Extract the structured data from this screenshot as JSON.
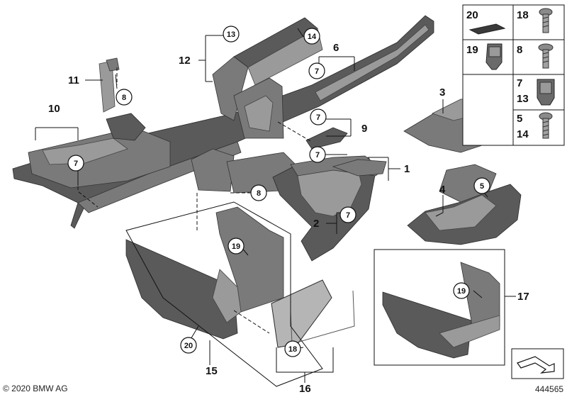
{
  "labels": {
    "l1": "1",
    "l2": "2",
    "l3": "3",
    "l4": "4",
    "l6": "6",
    "l9": "9",
    "l10": "10",
    "l11": "11",
    "l12": "12",
    "l15": "15",
    "l16": "16",
    "l17": "17"
  },
  "callouts": {
    "c7a": "7",
    "c7b": "7",
    "c7c": "7",
    "c7d": "7",
    "c7e": "7",
    "c8a": "8",
    "c8b": "8",
    "c13": "13",
    "c14": "14",
    "c5": "5",
    "c19a": "19",
    "c19b": "19",
    "c20": "20",
    "c18": "18"
  },
  "legend": {
    "items": [
      "20",
      "18",
      "19",
      "8",
      "7",
      "13",
      "5",
      "14"
    ]
  },
  "footer": {
    "copyright": "© 2020 BMW AG",
    "diagram_number": "444565"
  }
}
